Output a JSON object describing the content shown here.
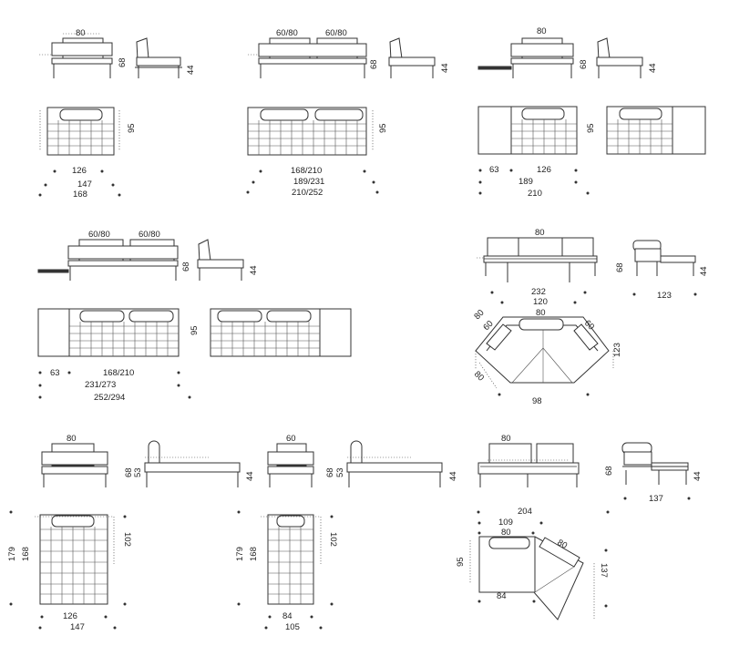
{
  "modules": [
    {
      "name": "sofa-126",
      "dims": {
        "back_width": "80",
        "height": "68",
        "seat_height": "44",
        "depth": "95",
        "w1": "126",
        "w2": "147",
        "w3": "168"
      }
    },
    {
      "name": "sofa-168-210",
      "dims": {
        "back_width_a": "60/80",
        "back_width_b": "60/80",
        "height": "68",
        "seat_height": "44",
        "depth": "95",
        "w1": "168/210",
        "w2": "189/231",
        "w3": "210/252"
      }
    },
    {
      "name": "sofa-126-table",
      "dims": {
        "back_width": "80",
        "height": "68",
        "seat_height": "44",
        "depth": "95",
        "table": "63",
        "w1": "126",
        "w2": "189",
        "w3": "210"
      }
    },
    {
      "name": "sofa-168-210-table",
      "dims": {
        "back_width_a": "60/80",
        "back_width_b": "60/80",
        "height": "68",
        "seat_height": "44",
        "depth": "95",
        "table": "63",
        "w1": "168/210",
        "w2": "231/273",
        "w3": "252/294"
      }
    },
    {
      "name": "corner-sofa",
      "dims": {
        "back_width": "80",
        "height": "68",
        "seat_height": "44",
        "depth_side": "123",
        "w_total": "232",
        "w_inner": "120",
        "back_plan": "80",
        "arm_a": "60",
        "arm_b": "60",
        "diag_a": "80",
        "diag_b": "80",
        "depth_plan": "123",
        "w_bottom": "98"
      }
    },
    {
      "name": "chaise-126",
      "dims": {
        "back_width": "80",
        "height": "68",
        "arm_height": "53",
        "seat_height": "44",
        "depth_plan": "102",
        "len_a": "168",
        "len_b": "179",
        "w1": "126",
        "w2": "147"
      }
    },
    {
      "name": "chaise-84",
      "dims": {
        "back_width": "60",
        "height": "68",
        "arm_height": "53",
        "seat_height": "44",
        "depth_plan": "102",
        "len_a": "168",
        "len_b": "179",
        "w1": "84",
        "w2": "105"
      }
    },
    {
      "name": "angled-sofa",
      "dims": {
        "back_width": "80",
        "height": "68",
        "seat_height": "44",
        "depth_side": "137",
        "w_total": "204",
        "w_mid": "109",
        "back_plan": "80",
        "diag": "80",
        "depth_left": "95",
        "depth_right": "137",
        "w_bottom": "84"
      }
    }
  ]
}
